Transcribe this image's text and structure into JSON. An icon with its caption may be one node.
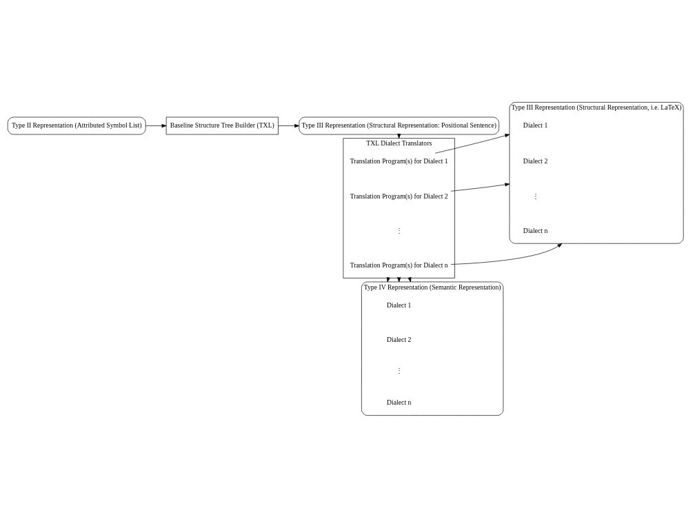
{
  "diagram": {
    "nodes": [
      {
        "text": [
          "Type II Representation (Attributed Symbol List)"
        ]
      },
      {
        "text": [
          "Baseline Structure Tree Builder (TXL)"
        ]
      },
      {
        "text": [
          "Type III Representation (Structural Representation: Positional Sentence)"
        ]
      },
      {
        "text": [
          "Type III Representation (Structural Representation, i.e. LaTeX)"
        ]
      },
      {
        "text": [
          "Dialect 1"
        ],
        "in": 3
      },
      {
        "text": [
          "Dialect 2"
        ],
        "in": 3
      },
      {
        "text": [
          "Dialect n"
        ],
        "in": 3
      },
      {
        "text": [
          "TXL Dialect Translators"
        ]
      },
      {
        "text": [
          "Translation Program(s) for Dialect 1"
        ],
        "in": 7
      },
      {
        "text": [
          "Translation Program(s) for Dialect 2"
        ],
        "in": 7
      },
      {
        "text": [
          "Translation Program(s) for Dialect n"
        ],
        "in": 7
      },
      {
        "text": [
          "Type IV Representation (Semantic Representation)"
        ]
      },
      {
        "text": [
          "Dialect 1"
        ],
        "in": 11
      },
      {
        "text": [
          "Dialect 2"
        ],
        "in": 11
      },
      {
        "text": [
          "Dialect n"
        ],
        "in": 11
      }
    ],
    "edges": [
      {
        "from": 0,
        "to": 1,
        "arrow": "to"
      },
      {
        "from": 1,
        "to": 2,
        "arrow": "to"
      },
      {
        "from": 2,
        "to": 7,
        "arrow": "to"
      },
      {
        "from": 8,
        "to": 3,
        "arrow": "to"
      },
      {
        "from": 9,
        "to": 3,
        "arrow": "to"
      },
      {
        "from": 10,
        "to": 3,
        "arrow": "to"
      },
      {
        "from": 7,
        "to": 11,
        "arrow": "to"
      },
      {
        "from": 7,
        "to": 11,
        "arrow": "to"
      },
      {
        "from": 7,
        "to": 11,
        "arrow": "to"
      }
    ],
    "labels": [
      "⋮",
      "⋮",
      "⋮"
    ]
  }
}
